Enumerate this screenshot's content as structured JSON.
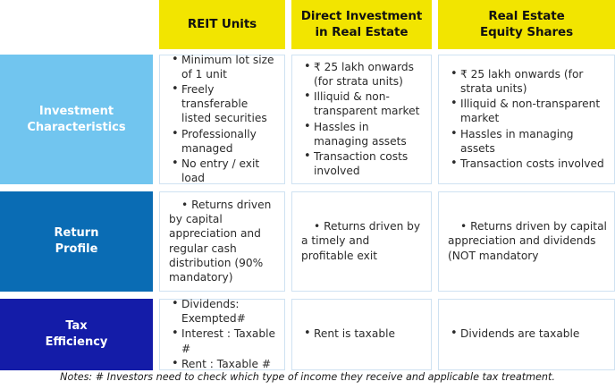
{
  "colors": {
    "header_yellow": "#f2e500",
    "row1_blue": "#71c5ef",
    "row2_blue": "#0a6cb4",
    "row3_blue": "#141ca8",
    "cell_border": "#cfe2f2",
    "text_dark": "#2b2b2b",
    "text_white": "#ffffff"
  },
  "table": {
    "column_headers": [
      {
        "id": "corner",
        "label": ""
      },
      {
        "id": "reit-units",
        "label": "REIT Units"
      },
      {
        "id": "direct-investment",
        "label": "Direct Investment\nin Real Estate",
        "line1": "Direct Investment",
        "line2": "in Real Estate"
      },
      {
        "id": "equity-shares",
        "label": "Real Estate\nEquity Shares",
        "line1": "Real Estate",
        "line2": "Equity Shares"
      }
    ],
    "rows": [
      {
        "id": "investment-characteristics",
        "label_line1": "Investment",
        "label_line2": "Characteristics",
        "cells": [
          {
            "id": "reit-units",
            "style": "bulleted",
            "items": [
              "Minimum lot size of 1 unit",
              "Freely transferable listed securities",
              "Professionally managed",
              "No entry / exit load"
            ]
          },
          {
            "id": "direct-investment",
            "style": "bulleted",
            "items": [
              "₹ 25 lakh onwards (for strata units)",
              "Illiquid & non-transparent market",
              "Hassles in managing assets",
              "Transaction costs involved"
            ]
          },
          {
            "id": "equity-shares",
            "style": "bulleted",
            "items": [
              "₹ 25 lakh onwards (for strata units)",
              "Illiquid & non-transparent market",
              "Hassles in managing assets",
              "Transaction costs involved"
            ]
          }
        ]
      },
      {
        "id": "return-profile",
        "label_line1": "Return",
        "label_line2": "Profile",
        "cells": [
          {
            "id": "reit-units",
            "style": "flowing",
            "items": [
              "Returns driven by capital appreciation and regular cash distribution (90% mandatory)"
            ]
          },
          {
            "id": "direct-investment",
            "style": "flowing",
            "items": [
              "Returns driven by a timely and profitable exit"
            ]
          },
          {
            "id": "equity-shares",
            "style": "flowing",
            "items": [
              "Returns driven by capital appreciation and dividends (NOT mandatory"
            ]
          }
        ]
      },
      {
        "id": "tax-efficiency",
        "label_line1": "Tax",
        "label_line2": "Efficiency",
        "cells": [
          {
            "id": "reit-units",
            "style": "bulleted",
            "items": [
              "Dividends: Exempted#",
              "Interest : Taxable #",
              "Rent : Taxable #"
            ]
          },
          {
            "id": "direct-investment",
            "style": "bulleted",
            "items": [
              "Rent is taxable"
            ]
          },
          {
            "id": "equity-shares",
            "style": "bulleted",
            "items": [
              "Dividends are taxable"
            ]
          }
        ]
      }
    ]
  },
  "footer": {
    "note": "Notes: # Investors need to check which type of income they receive and applicable tax treatment."
  }
}
